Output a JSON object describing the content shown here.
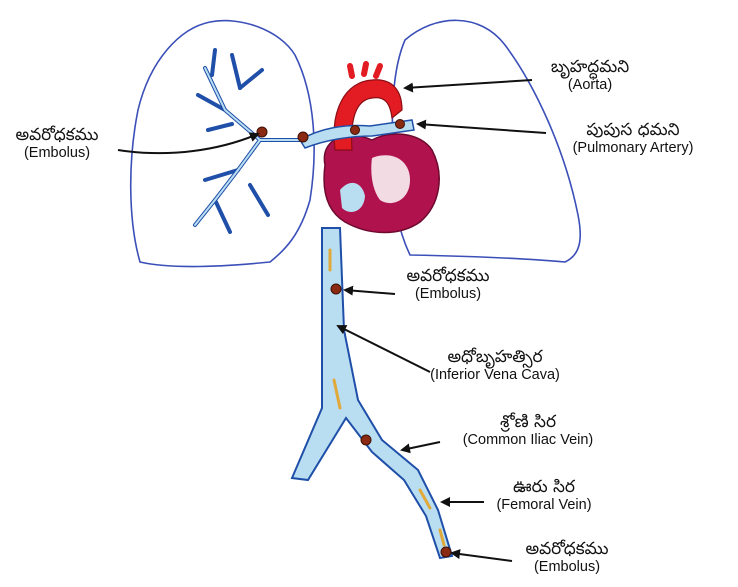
{
  "labels": {
    "embolus_lung": {
      "telugu": "అవరోధకము",
      "english": "(Embolus)"
    },
    "aorta": {
      "telugu": "బృహద్ధమని",
      "english": "(Aorta)"
    },
    "pulmonary": {
      "telugu": "పుపుస ధమని",
      "english": "(Pulmonary Artery)"
    },
    "embolus_ivc": {
      "telugu": "అవరోధకము",
      "english": "(Embolus)"
    },
    "ivc": {
      "telugu": "అధోబృహత్సిర",
      "english": "(Inferior Vena Cava)"
    },
    "iliac": {
      "telugu": "శ్రోణి సిర",
      "english": "(Common Iliac Vein)"
    },
    "femoral": {
      "telugu": "ఊరు సిర",
      "english": "(Femoral Vein)"
    },
    "embolus_leg": {
      "telugu": "అవరోధకము",
      "english": "(Embolus)"
    }
  },
  "colors": {
    "lung_outline": "#3b4fb8",
    "vessel_fill": "#b9def2",
    "vessel_edge": "#1f4fa8",
    "heart": "#b0124d",
    "aorta": "#e31b23",
    "embolus": "#8a2a12",
    "clot_streak": "#e0a93a",
    "arrow": "#111111"
  }
}
